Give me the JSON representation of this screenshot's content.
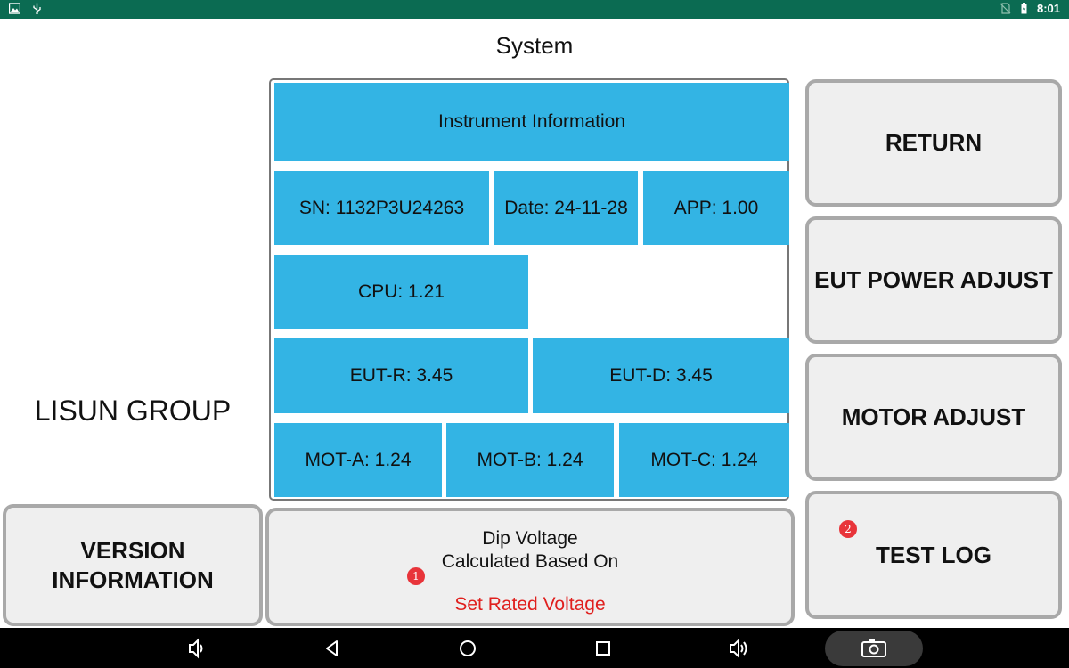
{
  "status": {
    "time": "8:01"
  },
  "title": "System",
  "brand": "LISUN GROUP",
  "panel": {
    "header": "Instrument Information",
    "sn": "SN: 1132P3U24263",
    "date": "Date: 24-11-28",
    "app": "APP: 1.00",
    "cpu": "CPU: 1.21",
    "eut_r": "EUT-R: 3.45",
    "eut_d": "EUT-D: 3.45",
    "mot_a": "MOT-A: 1.24",
    "mot_b": "MOT-B: 1.24",
    "mot_c": "MOT-C: 1.24"
  },
  "buttons": {
    "return": "RETURN",
    "eut_power": "EUT POWER ADJUST",
    "motor": "MOTOR ADJUST",
    "test_log": "TEST LOG",
    "version_line1": "VERSION",
    "version_line2": "INFORMATION"
  },
  "note": {
    "line1": "Dip Voltage",
    "line2": "Calculated Based On",
    "line3": "Set Rated Voltage"
  },
  "badges": {
    "one": "1",
    "two": "2"
  },
  "colors": {
    "status_bar": "#0b6b52",
    "cell": "#33b4e4",
    "warning_text": "#e0201e",
    "badge": "#e8343a"
  }
}
